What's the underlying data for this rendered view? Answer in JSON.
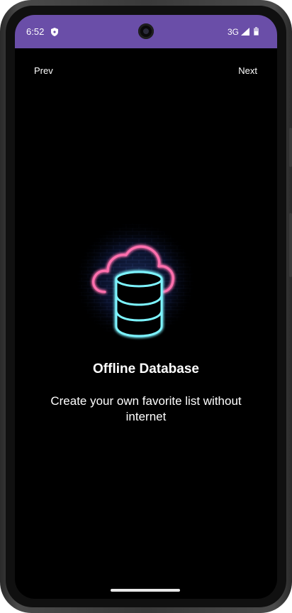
{
  "status_bar": {
    "time": "6:52",
    "network": "3G",
    "color": "#6a4ea8",
    "icons": [
      "shield-icon",
      "signal-icon",
      "battery-icon"
    ]
  },
  "navigation": {
    "prev_label": "Prev",
    "next_label": "Next"
  },
  "onboarding": {
    "illustration": "neon-cloud-database-icon",
    "title": "Offline Database",
    "description": "Create your own favorite list without internet"
  },
  "colors": {
    "background": "#000000",
    "neon_pink": "#ff6fae",
    "neon_cyan": "#7df4ff",
    "text": "#ffffff"
  }
}
